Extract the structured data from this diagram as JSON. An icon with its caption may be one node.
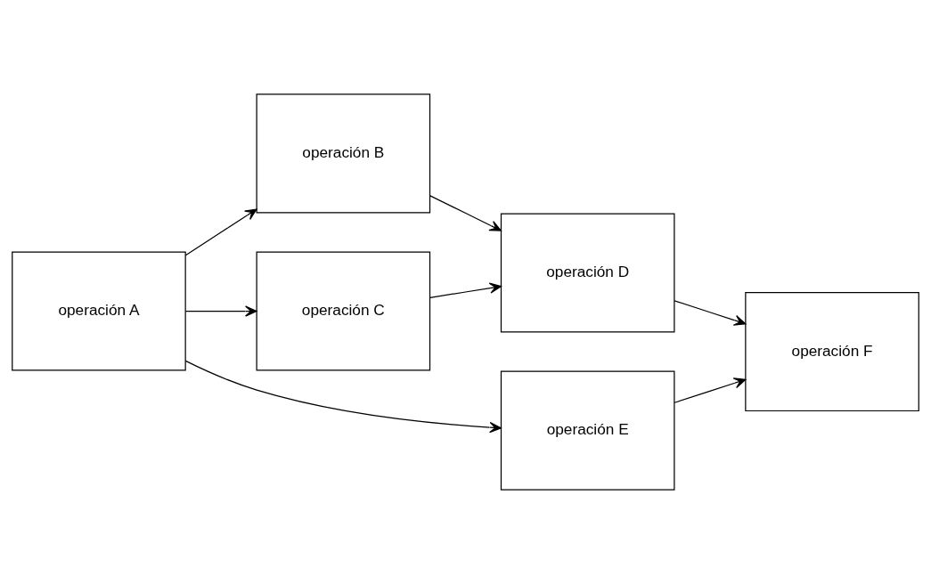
{
  "diagram": {
    "nodes": [
      {
        "text": [
          "operación A"
        ]
      },
      {
        "text": [
          "operación B"
        ]
      },
      {
        "text": [
          "operación C"
        ]
      },
      {
        "text": [
          "operación E"
        ]
      },
      {
        "text": [
          "operación D"
        ]
      },
      {
        "text": [
          "operación F"
        ]
      }
    ],
    "edges": [
      {
        "from": 0,
        "to": 1,
        "arrow": "to"
      },
      {
        "from": 0,
        "to": 2,
        "arrow": "to"
      },
      {
        "from": 0,
        "to": 3,
        "arrow": "to"
      },
      {
        "from": 1,
        "to": 4,
        "arrow": "to"
      },
      {
        "from": 2,
        "to": 4,
        "arrow": "to"
      },
      {
        "from": 4,
        "to": 5,
        "arrow": "to"
      },
      {
        "from": 3,
        "to": 5,
        "arrow": "to"
      }
    ]
  }
}
